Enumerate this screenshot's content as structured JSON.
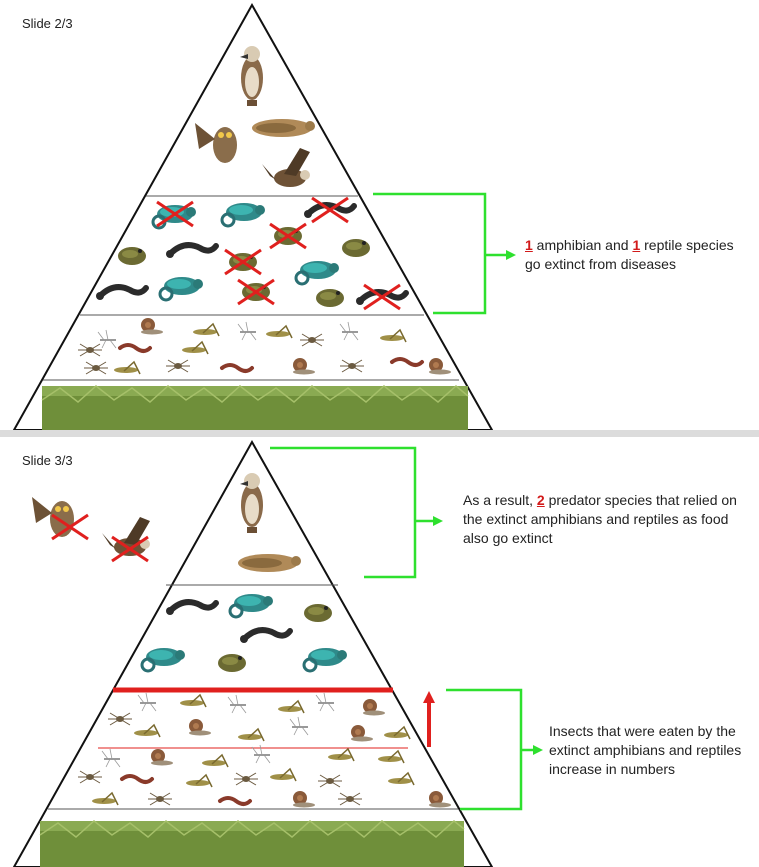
{
  "slides": [
    {
      "label": "Slide 2/3",
      "annotation": {
        "num1": "1",
        "text1": " amphibian and ",
        "num2": "1",
        "text2": " reptile species go extinct from diseases"
      }
    },
    {
      "label": "Slide 3/3",
      "annotation_top": {
        "prefix": "As a result, ",
        "num": "2",
        "text": " predator species that relied on the extinct amphibians and reptiles as food also go extinct"
      },
      "annotation_bottom": {
        "text": "Insects that were eaten by the extinct amphibians and reptiles increase in numbers"
      }
    }
  ],
  "colors": {
    "bracket": "#2ee02e",
    "cross": "#e0201e",
    "increase_bar": "#e0201e",
    "grass": "#6f8f3a",
    "outline": "#111111"
  },
  "icons": {
    "apex_predator": "hawk-icon",
    "predators": [
      "owl-icon",
      "rattlesnake-icon",
      "hawk-flying-icon"
    ],
    "amphibians_reptiles": [
      "chameleon-icon",
      "salamander-icon",
      "toad-icon"
    ],
    "insects": [
      "grasshopper-icon",
      "spider-icon",
      "mosquito-icon",
      "snail-icon",
      "worm-icon"
    ],
    "producer": "grass-icon"
  }
}
